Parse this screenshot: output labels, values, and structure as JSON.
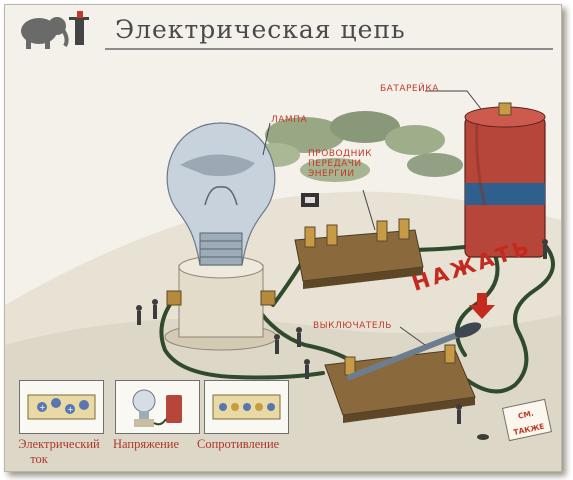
{
  "header": {
    "title": "Электрическая цепь",
    "logo_icon": "elephant-logo-icon"
  },
  "labels": {
    "lamp": "ЛАМПА",
    "battery": "БАТАРЕЙКА",
    "wires": [
      "ПРОВОДНИК",
      "ПЕРЕДАЧИ",
      "ЭНЕРГИИ"
    ],
    "switch": "ВЫКЛЮЧАТЕЛЬ"
  },
  "press": "НАЖАТЬ",
  "see_also": [
    "СМ.",
    "ТАКЖЕ"
  ],
  "thumbnails": [
    {
      "label_lines": [
        "Электрический",
        "ток"
      ],
      "icon": "electric-current-icon"
    },
    {
      "label_lines": [
        "Напряжение"
      ],
      "icon": "voltage-icon"
    },
    {
      "label_lines": [
        "Сопротивление"
      ],
      "icon": "resistance-icon"
    }
  ],
  "colors": {
    "label_red": "#c23b2a",
    "wire_green": "#2f4a2c",
    "battery_red": "#b7463a",
    "battery_band": "#2f5f8c",
    "board_wood": "#8a6a3c"
  }
}
